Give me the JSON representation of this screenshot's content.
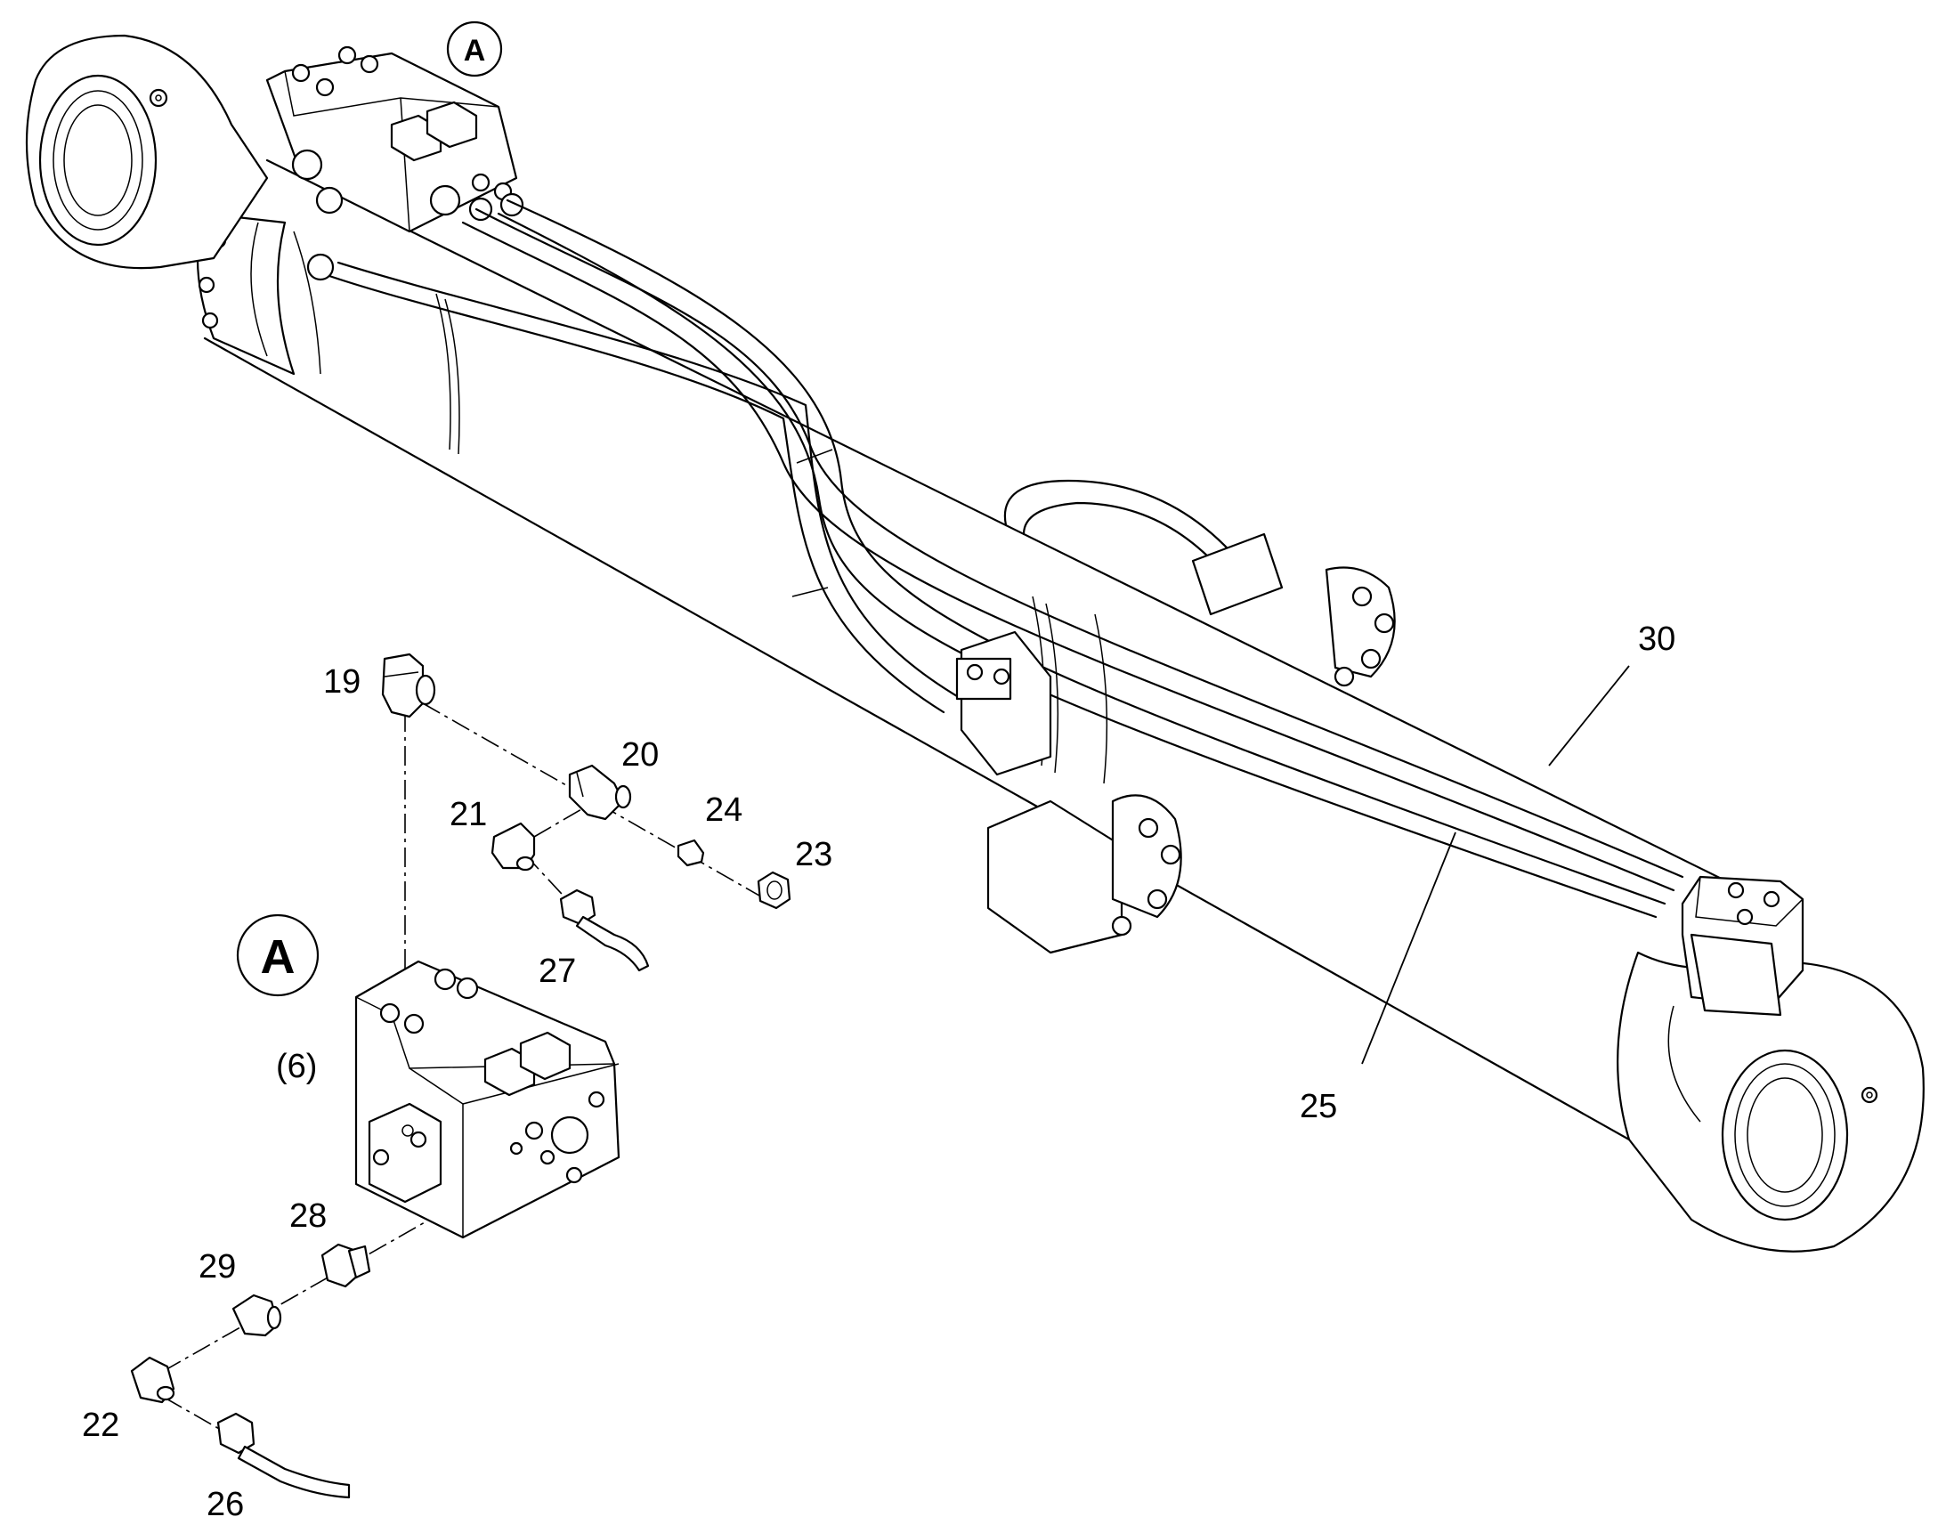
{
  "callouts": {
    "view_marker_top": "A",
    "view_marker_detail": "A",
    "block_ref": "(6)",
    "p19": "19",
    "p20": "20",
    "p21": "21",
    "p22": "22",
    "p23": "23",
    "p24": "24",
    "p25": "25",
    "p26": "26",
    "p27": "27",
    "p28": "28",
    "p29": "29",
    "p30": "30"
  }
}
